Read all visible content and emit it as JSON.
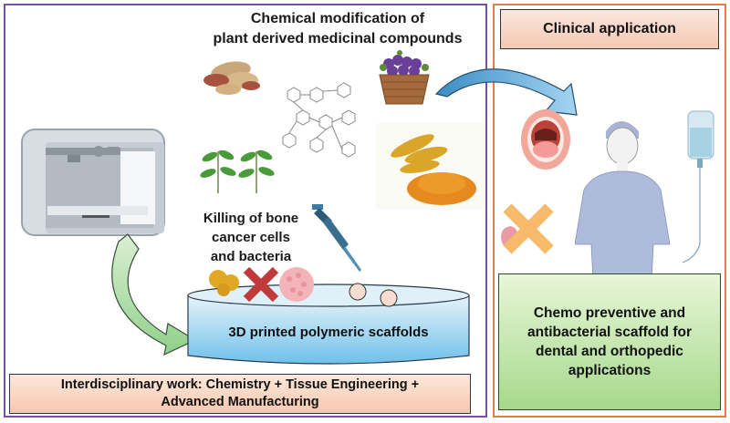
{
  "left_panel": {
    "heading_line1": "Chemical modification of",
    "heading_line2": "plant derived medicinal compounds",
    "killing_line1": "Killing of bone",
    "killing_line2": "cancer cells",
    "killing_line3": "and bacteria",
    "dish_label": "3D printed polymeric scaffolds",
    "footer_line1": "Interdisciplinary work: Chemistry + Tissue Engineering +",
    "footer_line2": "Advanced Manufacturing"
  },
  "right_panel": {
    "title": "Clinical application",
    "outcome_line1": "Chemo preventive and",
    "outcome_line2": "antibacterial scaffold for",
    "outcome_line3": "dental and orthopedic",
    "outcome_line4": "applications"
  },
  "colors": {
    "left_border": "#7b4fa0",
    "right_border": "#e07d4a",
    "arrow_blue": "#5aa8d8",
    "arrow_green": "#a9d79a",
    "cross_red": "#c0393b",
    "cross_orange": "#f7b96a"
  }
}
